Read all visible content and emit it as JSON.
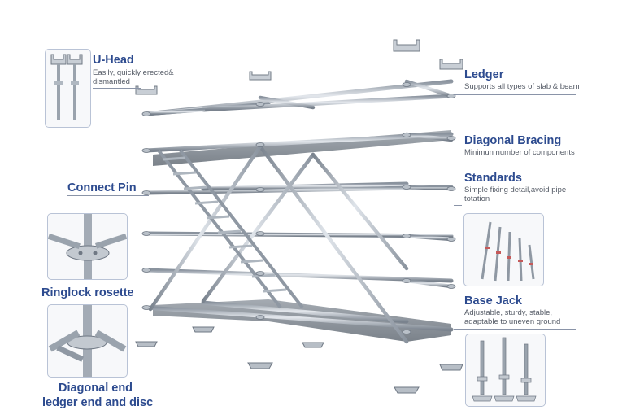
{
  "callouts": {
    "u_head": {
      "title": "U-Head",
      "desc_line1": "Easily,   quickly erected&",
      "desc_line2": "dismantled"
    },
    "ledger": {
      "title": "Ledger",
      "desc": "Supports all types of slab & beam"
    },
    "diagonal_bracing": {
      "title": "Diagonal Bracing",
      "desc": "Minimun number of components"
    },
    "standards": {
      "title": "Standards",
      "desc_line1": "Simple fixing detail,avoid pipe",
      "desc_line2": "totation"
    },
    "connect_pin": {
      "title": "Connect Pin"
    },
    "ringlock_rosette": {
      "title": "Ringlock rosette"
    },
    "base_jack": {
      "title": "Base Jack",
      "desc_line1": "Adjustable, sturdy, stable,",
      "desc_line2": "adaptable to uneven ground"
    },
    "diagonal_end": {
      "title_line1": "Diagonal end",
      "title_line2": "ledger end and disc"
    }
  },
  "colors": {
    "title": "#2d4b8f",
    "desc": "#555b66",
    "steel": "#a9b2bd",
    "steel_dark": "#6f7884",
    "plank": "#7d858e"
  },
  "icons": [
    "u-head-photo",
    "ringlock-rosette-photo",
    "diagonal-end-photo",
    "standards-photo",
    "base-jack-photo"
  ]
}
